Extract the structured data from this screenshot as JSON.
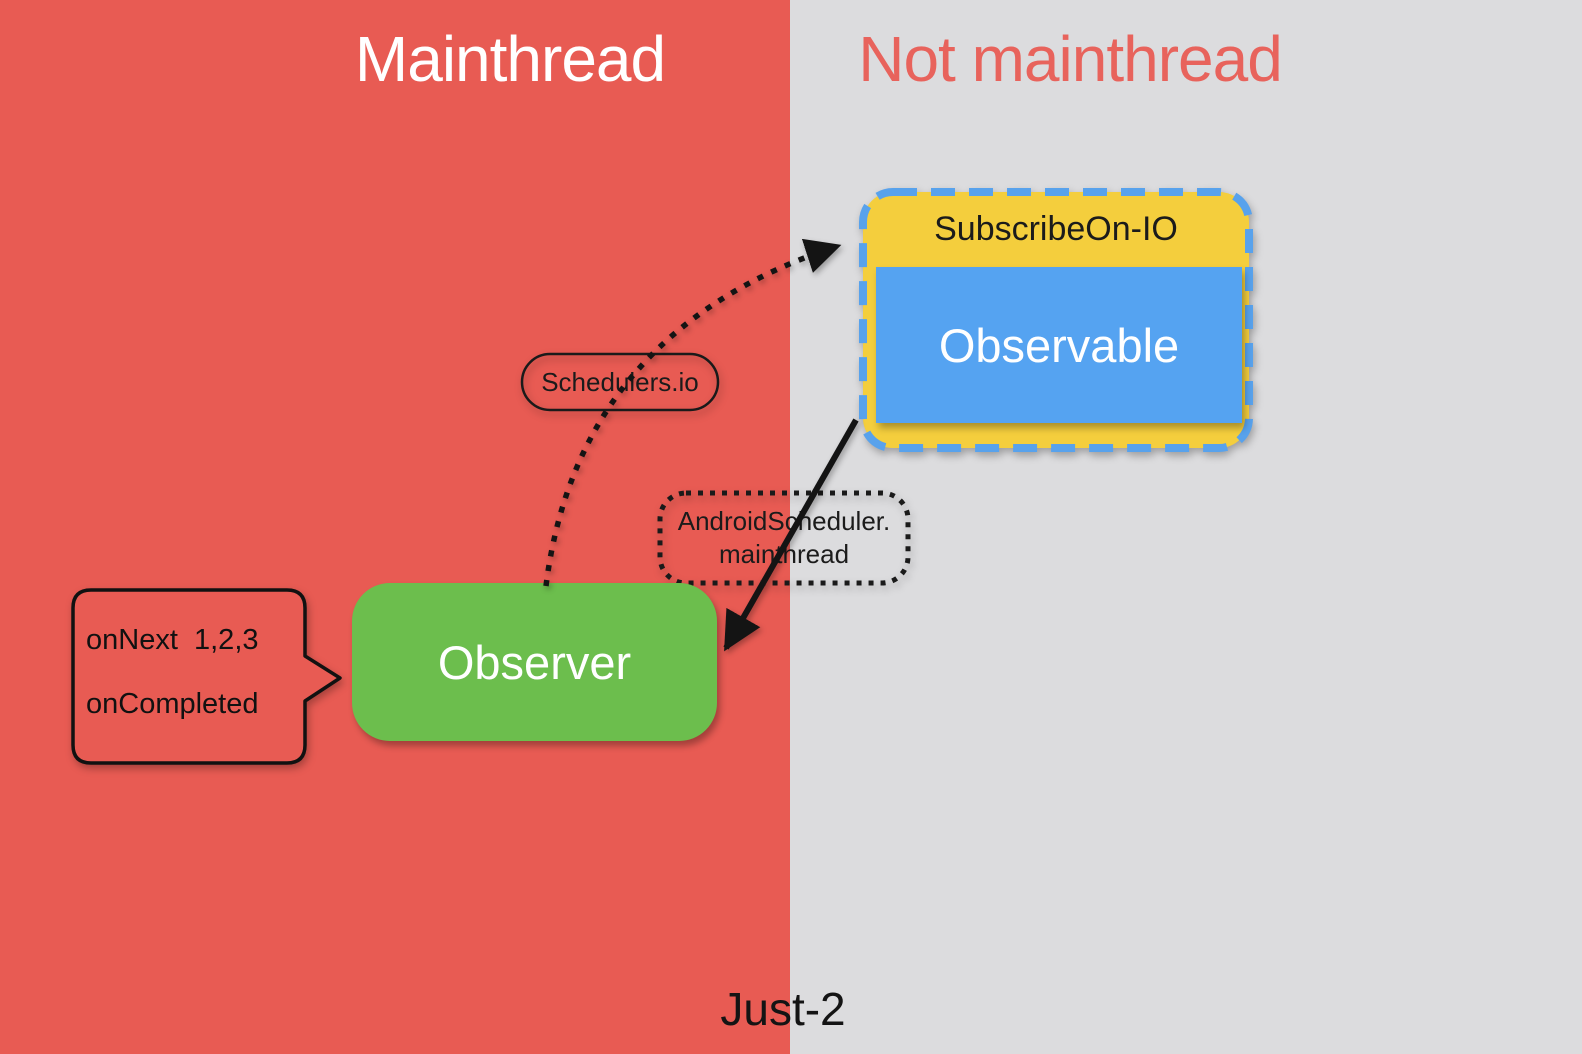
{
  "panels": {
    "left": {
      "title": "Mainthread",
      "bg": "#E85B53",
      "title_color": "#FFFFFF"
    },
    "right": {
      "title": "Not mainthread",
      "bg": "#DCDCDE",
      "title_color": "#E8635C"
    }
  },
  "boxes": {
    "subscribe_on": {
      "label": "SubscribeOn-IO",
      "fill": "#F4CE3D",
      "border_color": "#58A2EC",
      "border_style": "dashed"
    },
    "observable": {
      "label": "Observable",
      "fill": "#55A3F1",
      "text_color": "#FFFFFF"
    },
    "observer": {
      "label": "Observer",
      "fill": "#6CBE4D",
      "text_color": "#FFFFFF"
    }
  },
  "labels": {
    "schedulers_io": "Schedulers.io",
    "android_scheduler_line1": "AndroidScheduler.",
    "android_scheduler_line2": "mainthread"
  },
  "speech_bubble": {
    "line1": "onNext  1,2,3",
    "line2": "onCompleted"
  },
  "caption": "Just-2",
  "arrows": {
    "dotted_arrow": "observer-to-subscribeon-io",
    "solid_arrow": "observable-to-observer",
    "color": "#141414"
  }
}
